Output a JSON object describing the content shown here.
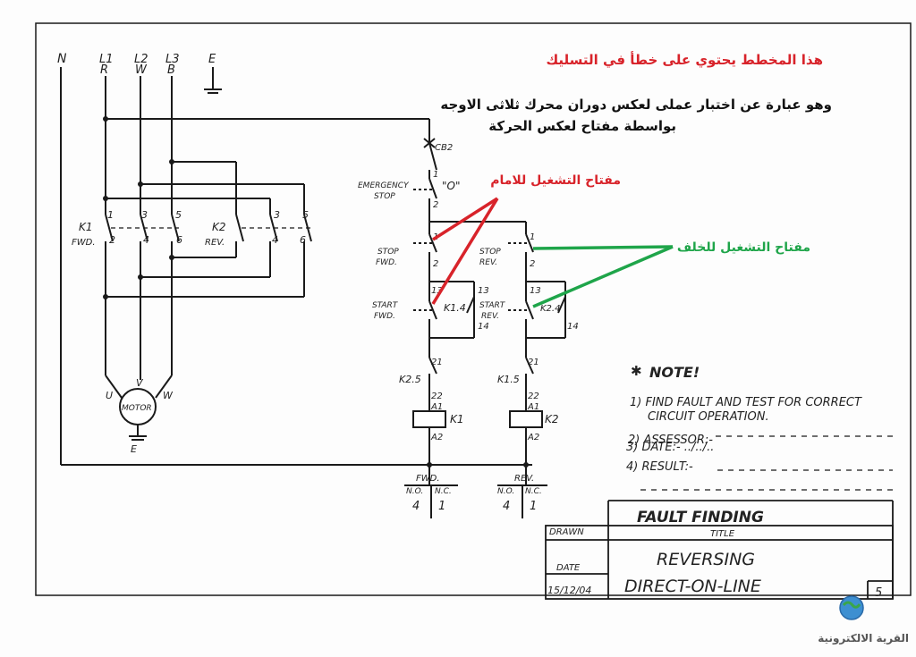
{
  "arabic": {
    "warning": "هذا المخطط يحتوي على خطأ في التسليك",
    "desc_line1": "وهو عبارة عن اختبار عملى لعكس دوران محرك ثلاثى الاوجه",
    "desc_line2": "بواسطة مفتاح لعكس الحركة",
    "fwd_label": "مفتاح التشغيل للامام",
    "rev_label": "مفتاح التشغيل للخلف",
    "logo_text": "القرية الالكترونية"
  },
  "supply": {
    "n": "N",
    "l1": "L1",
    "l1_sub": "R",
    "l2": "L2",
    "l2_sub": "W",
    "l3": "L3",
    "l3_sub": "B",
    "e": "E"
  },
  "contactors": {
    "k1": "K1",
    "k1_sub": "FWD.",
    "k2": "K2",
    "k2_sub": "REV.",
    "t1": "1",
    "t2": "2",
    "t3": "3",
    "t4": "4",
    "t5": "5",
    "t6": "6"
  },
  "motor": {
    "label": "MOTOR",
    "u": "U",
    "v": "V",
    "w": "W",
    "e": "E"
  },
  "control": {
    "cb2": "CB2",
    "emergency_line1": "EMERGENCY",
    "emergency_line2": "STOP",
    "emergency_o": "\"O\"",
    "stop_fwd_1": "STOP",
    "stop_fwd_2": "FWD.",
    "stop_rev_1": "STOP",
    "stop_rev_2": "REV.",
    "start_fwd_1": "START",
    "start_fwd_2": "FWD.",
    "start_rev_1": "START",
    "start_rev_2": "REV.",
    "k1_4": "K1.4",
    "k2_4": "K2.4",
    "k2_5": "K2.5",
    "k1_5": "K1.5",
    "n1": "1",
    "n2": "2",
    "n13": "13",
    "n14": "14",
    "n21": "21",
    "n22": "22",
    "coil_k1": "K1",
    "coil_k2": "K2",
    "a1": "A1",
    "a2": "A2"
  },
  "aux_table": {
    "fwd": "FWD.",
    "rev": "REV.",
    "no": "N.O.",
    "nc": "N.C.",
    "fwd_no": "4",
    "fwd_nc": "1",
    "rev_no": "4",
    "rev_nc": "1"
  },
  "note": {
    "title": "NOTE!",
    "item1_line1": "1) FIND FAULT AND TEST FOR CORRECT",
    "item1_line2": "CIRCUIT OPERATION.",
    "item2": "2) ASSESSOR:-",
    "item3": "3) DATE:- ../../..",
    "item4": "4) RESULT:-"
  },
  "title_block": {
    "banner": "FAULT FINDING",
    "drawn": "DRAWN",
    "title_label": "TITLE",
    "date_label": "DATE",
    "date_value": "15/12/04",
    "title_line1": "REVERSING",
    "title_line2": "DIRECT-ON-LINE",
    "page_no": "5"
  },
  "colors": {
    "red": "#d8232a",
    "green": "#1fa54a",
    "ink": "#1a1a1a"
  }
}
